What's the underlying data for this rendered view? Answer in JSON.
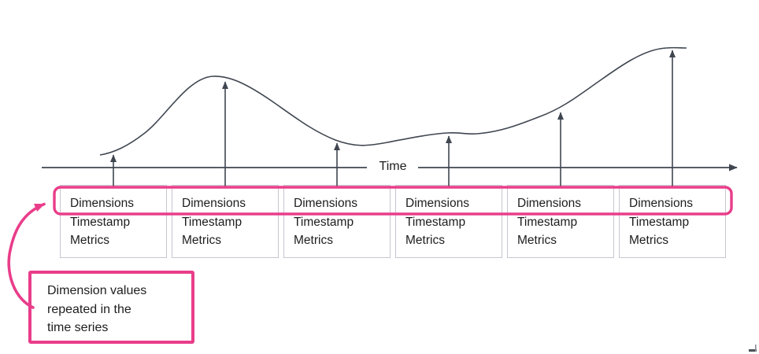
{
  "colors": {
    "background": "#ffffff",
    "pink": "#e93d8a",
    "line": "#3f4650",
    "box_border": "#c6c6cf",
    "text": "#1d1d1f"
  },
  "axis": {
    "label": "Time"
  },
  "records": [
    {
      "dimensions": "Dimensions",
      "timestamp": "Timestamp",
      "metrics": "Metrics"
    },
    {
      "dimensions": "Dimensions",
      "timestamp": "Timestamp",
      "metrics": "Metrics"
    },
    {
      "dimensions": "Dimensions",
      "timestamp": "Timestamp",
      "metrics": "Metrics"
    },
    {
      "dimensions": "Dimensions",
      "timestamp": "Timestamp",
      "metrics": "Metrics"
    },
    {
      "dimensions": "Dimensions",
      "timestamp": "Timestamp",
      "metrics": "Metrics"
    },
    {
      "dimensions": "Dimensions",
      "timestamp": "Timestamp",
      "metrics": "Metrics"
    }
  ],
  "callout": {
    "lines": [
      "Dimension values",
      "repeated in the",
      "time series"
    ]
  }
}
